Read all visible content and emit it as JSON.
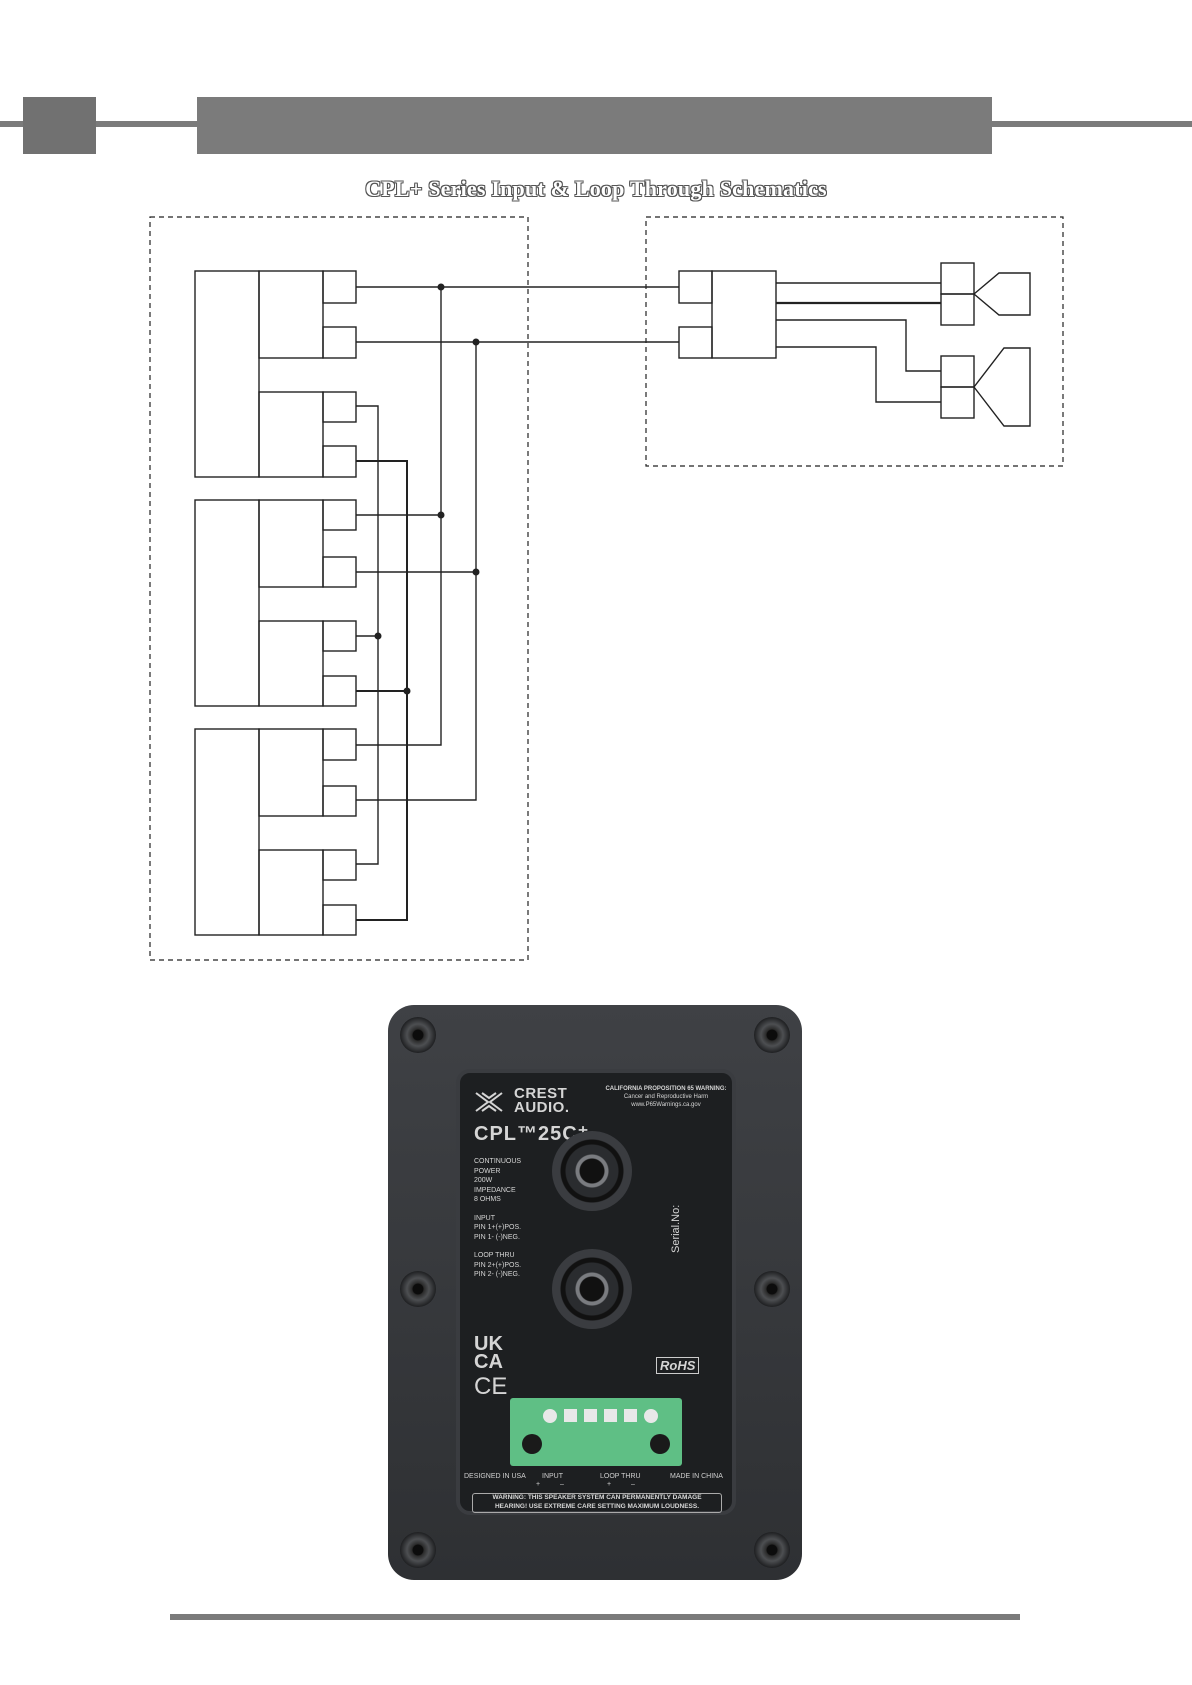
{
  "page": {
    "title": "CPL+ Series Input & Loop Through Schematics"
  },
  "panel": {
    "brand_line1": "CREST",
    "brand_line2": "AUDIO.",
    "prop65_line1": "CALIFORNIA PROPOSITION 65 WARNING:",
    "prop65_line2": "Cancer and Reproductive Harm",
    "prop65_line3": "www.P65Warnings.ca.gov",
    "model": "CPL™25C⁺",
    "specs": [
      "CONTINUOUS",
      "POWER",
      "200W",
      "IMPEDANCE",
      "8 OHMS",
      "",
      "INPUT",
      "PIN 1+(+)POS.",
      "PIN 1- (-)NEG.",
      "",
      "LOOP THRU",
      "PIN 2+(+)POS.",
      "PIN 2- (-)NEG."
    ],
    "serial": "Serial.No:",
    "ukca_1": "UK",
    "ukca_2": "CA",
    "ce": "CE",
    "rohs": "RoHS",
    "designed": "DESIGNED IN USA",
    "input_label": "INPUT",
    "loop_label": "LOOP THRU",
    "made": "MADE IN CHINA",
    "plus": "+",
    "minus": "–",
    "warning_line1": "WARNING: THIS SPEAKER SYSTEM CAN PERMANENTLY DAMAGE",
    "warning_line2": "HEARING! USE EXTREME CARE SETTING MAXIMUM LOUDNESS."
  }
}
